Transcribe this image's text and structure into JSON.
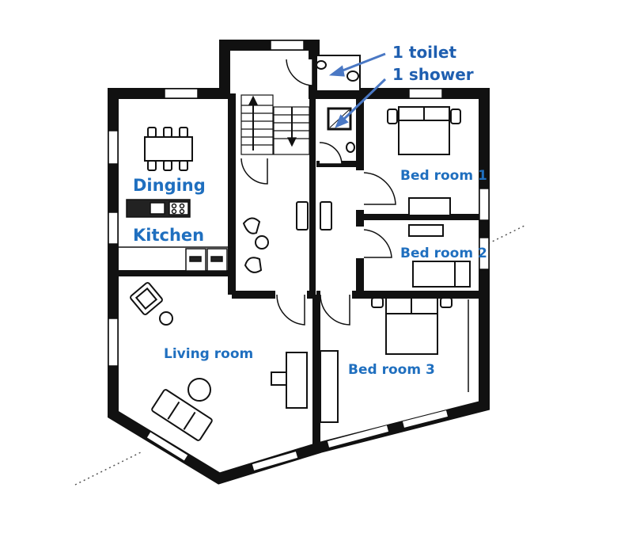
{
  "title": "Apartment floor plan",
  "colors": {
    "wall": "#111111",
    "label": "#1f6fbf",
    "annotation": "#1f5fb0",
    "arrow": "#4a78c4",
    "gray_wall": "#a0a0a0"
  },
  "annotations": {
    "toilet": "1 toilet",
    "shower": "1 shower"
  },
  "rooms": {
    "dining": "Dinging",
    "kitchen": "Kitchen",
    "bedroom1": "Bed room 1",
    "bedroom2": "Bed room 2",
    "bedroom3": "Bed room 3",
    "living": "Living room"
  },
  "icons": [
    "dining-table-icon",
    "sink-icon",
    "stove-icon",
    "staircase-icon",
    "toilet-icon",
    "shower-icon",
    "double-bed-icon",
    "single-bed-icon",
    "armchair-icon",
    "sofa-icon",
    "desk-icon",
    "door-swing-icon",
    "window-icon"
  ]
}
